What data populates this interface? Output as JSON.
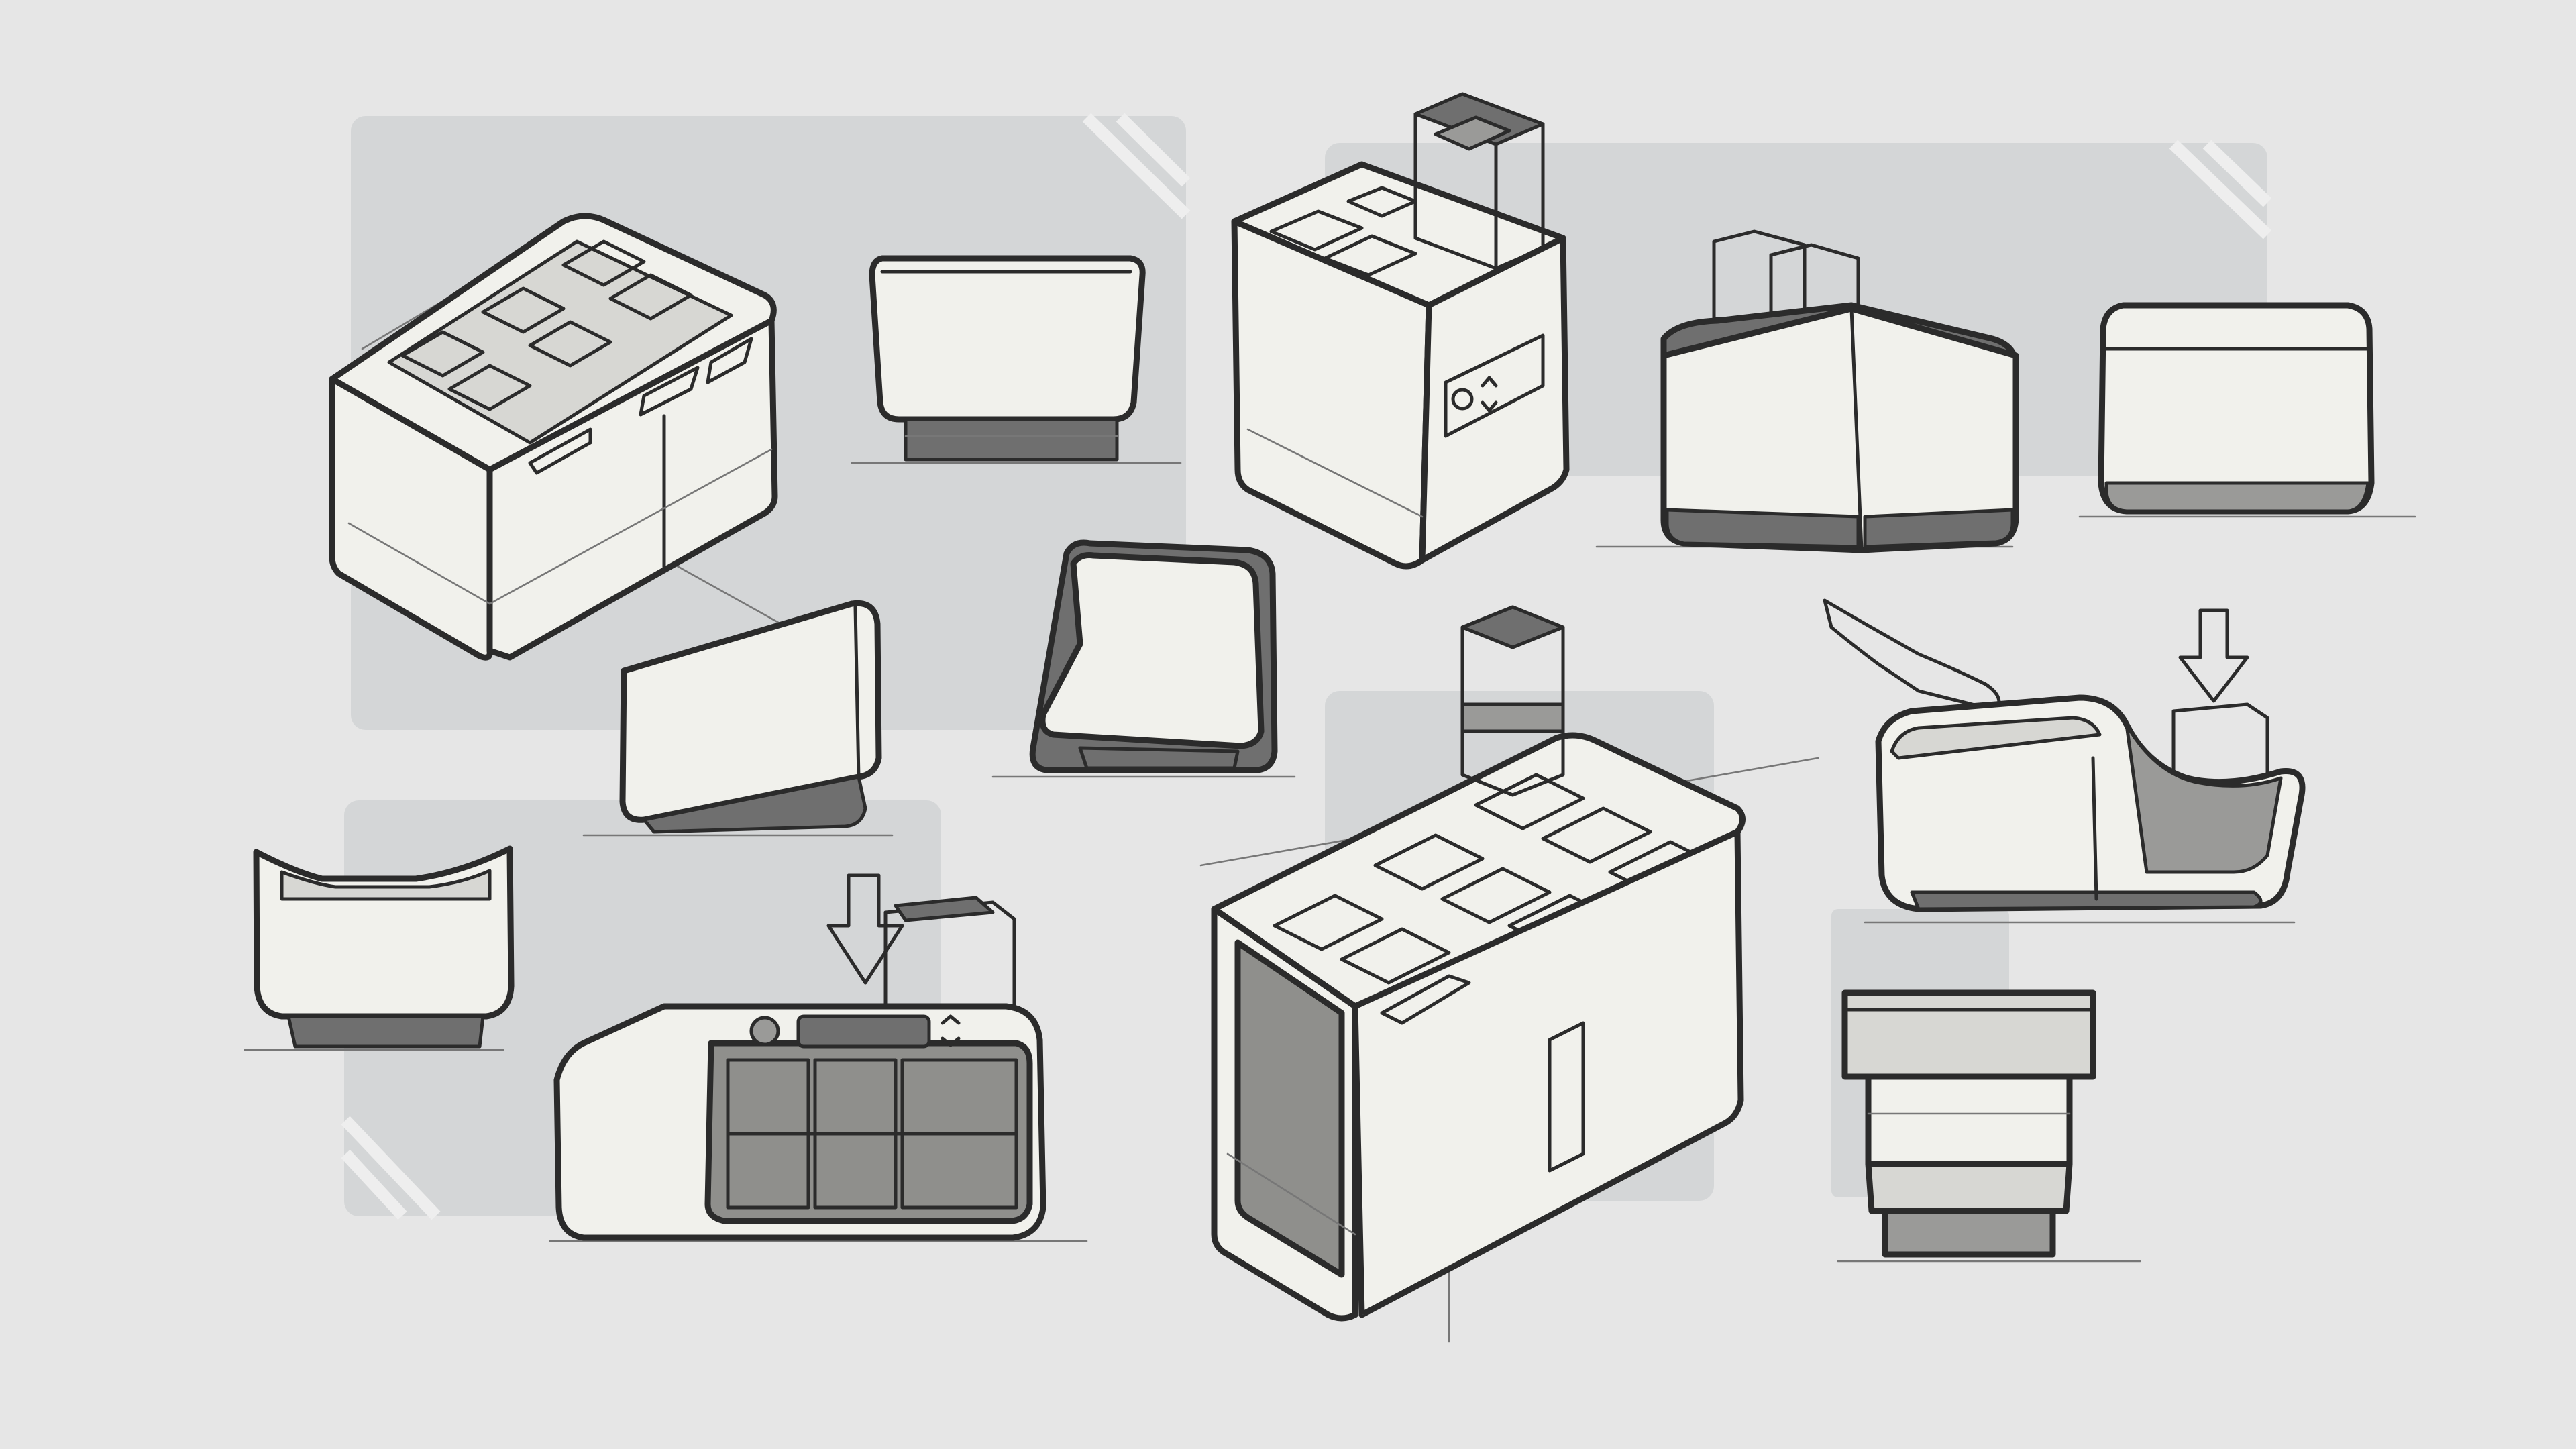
{
  "sheet": {
    "background_color": "#e6e6e6",
    "panel_color": "#d4d6d7",
    "ink_color": "#2b2b2b",
    "body_color": "#f1f1ec",
    "shadow_color": "#6f6f6f"
  },
  "sketches": [
    {
      "name": "tray-unit-isometric"
    },
    {
      "name": "tray-unit-front"
    },
    {
      "name": "cube-module-isometric"
    },
    {
      "name": "module-perspective"
    },
    {
      "name": "module-front"
    },
    {
      "name": "tilted-block"
    },
    {
      "name": "side-profile"
    },
    {
      "name": "open-bowl"
    },
    {
      "name": "compact-unit-with-window"
    },
    {
      "name": "grid-dispenser-isometric"
    },
    {
      "name": "hand-loaded-cradle"
    },
    {
      "name": "stacked-column"
    }
  ],
  "icons": [
    "down-arrow-icon",
    "hand-icon",
    "power-icon",
    "updown-icon"
  ]
}
